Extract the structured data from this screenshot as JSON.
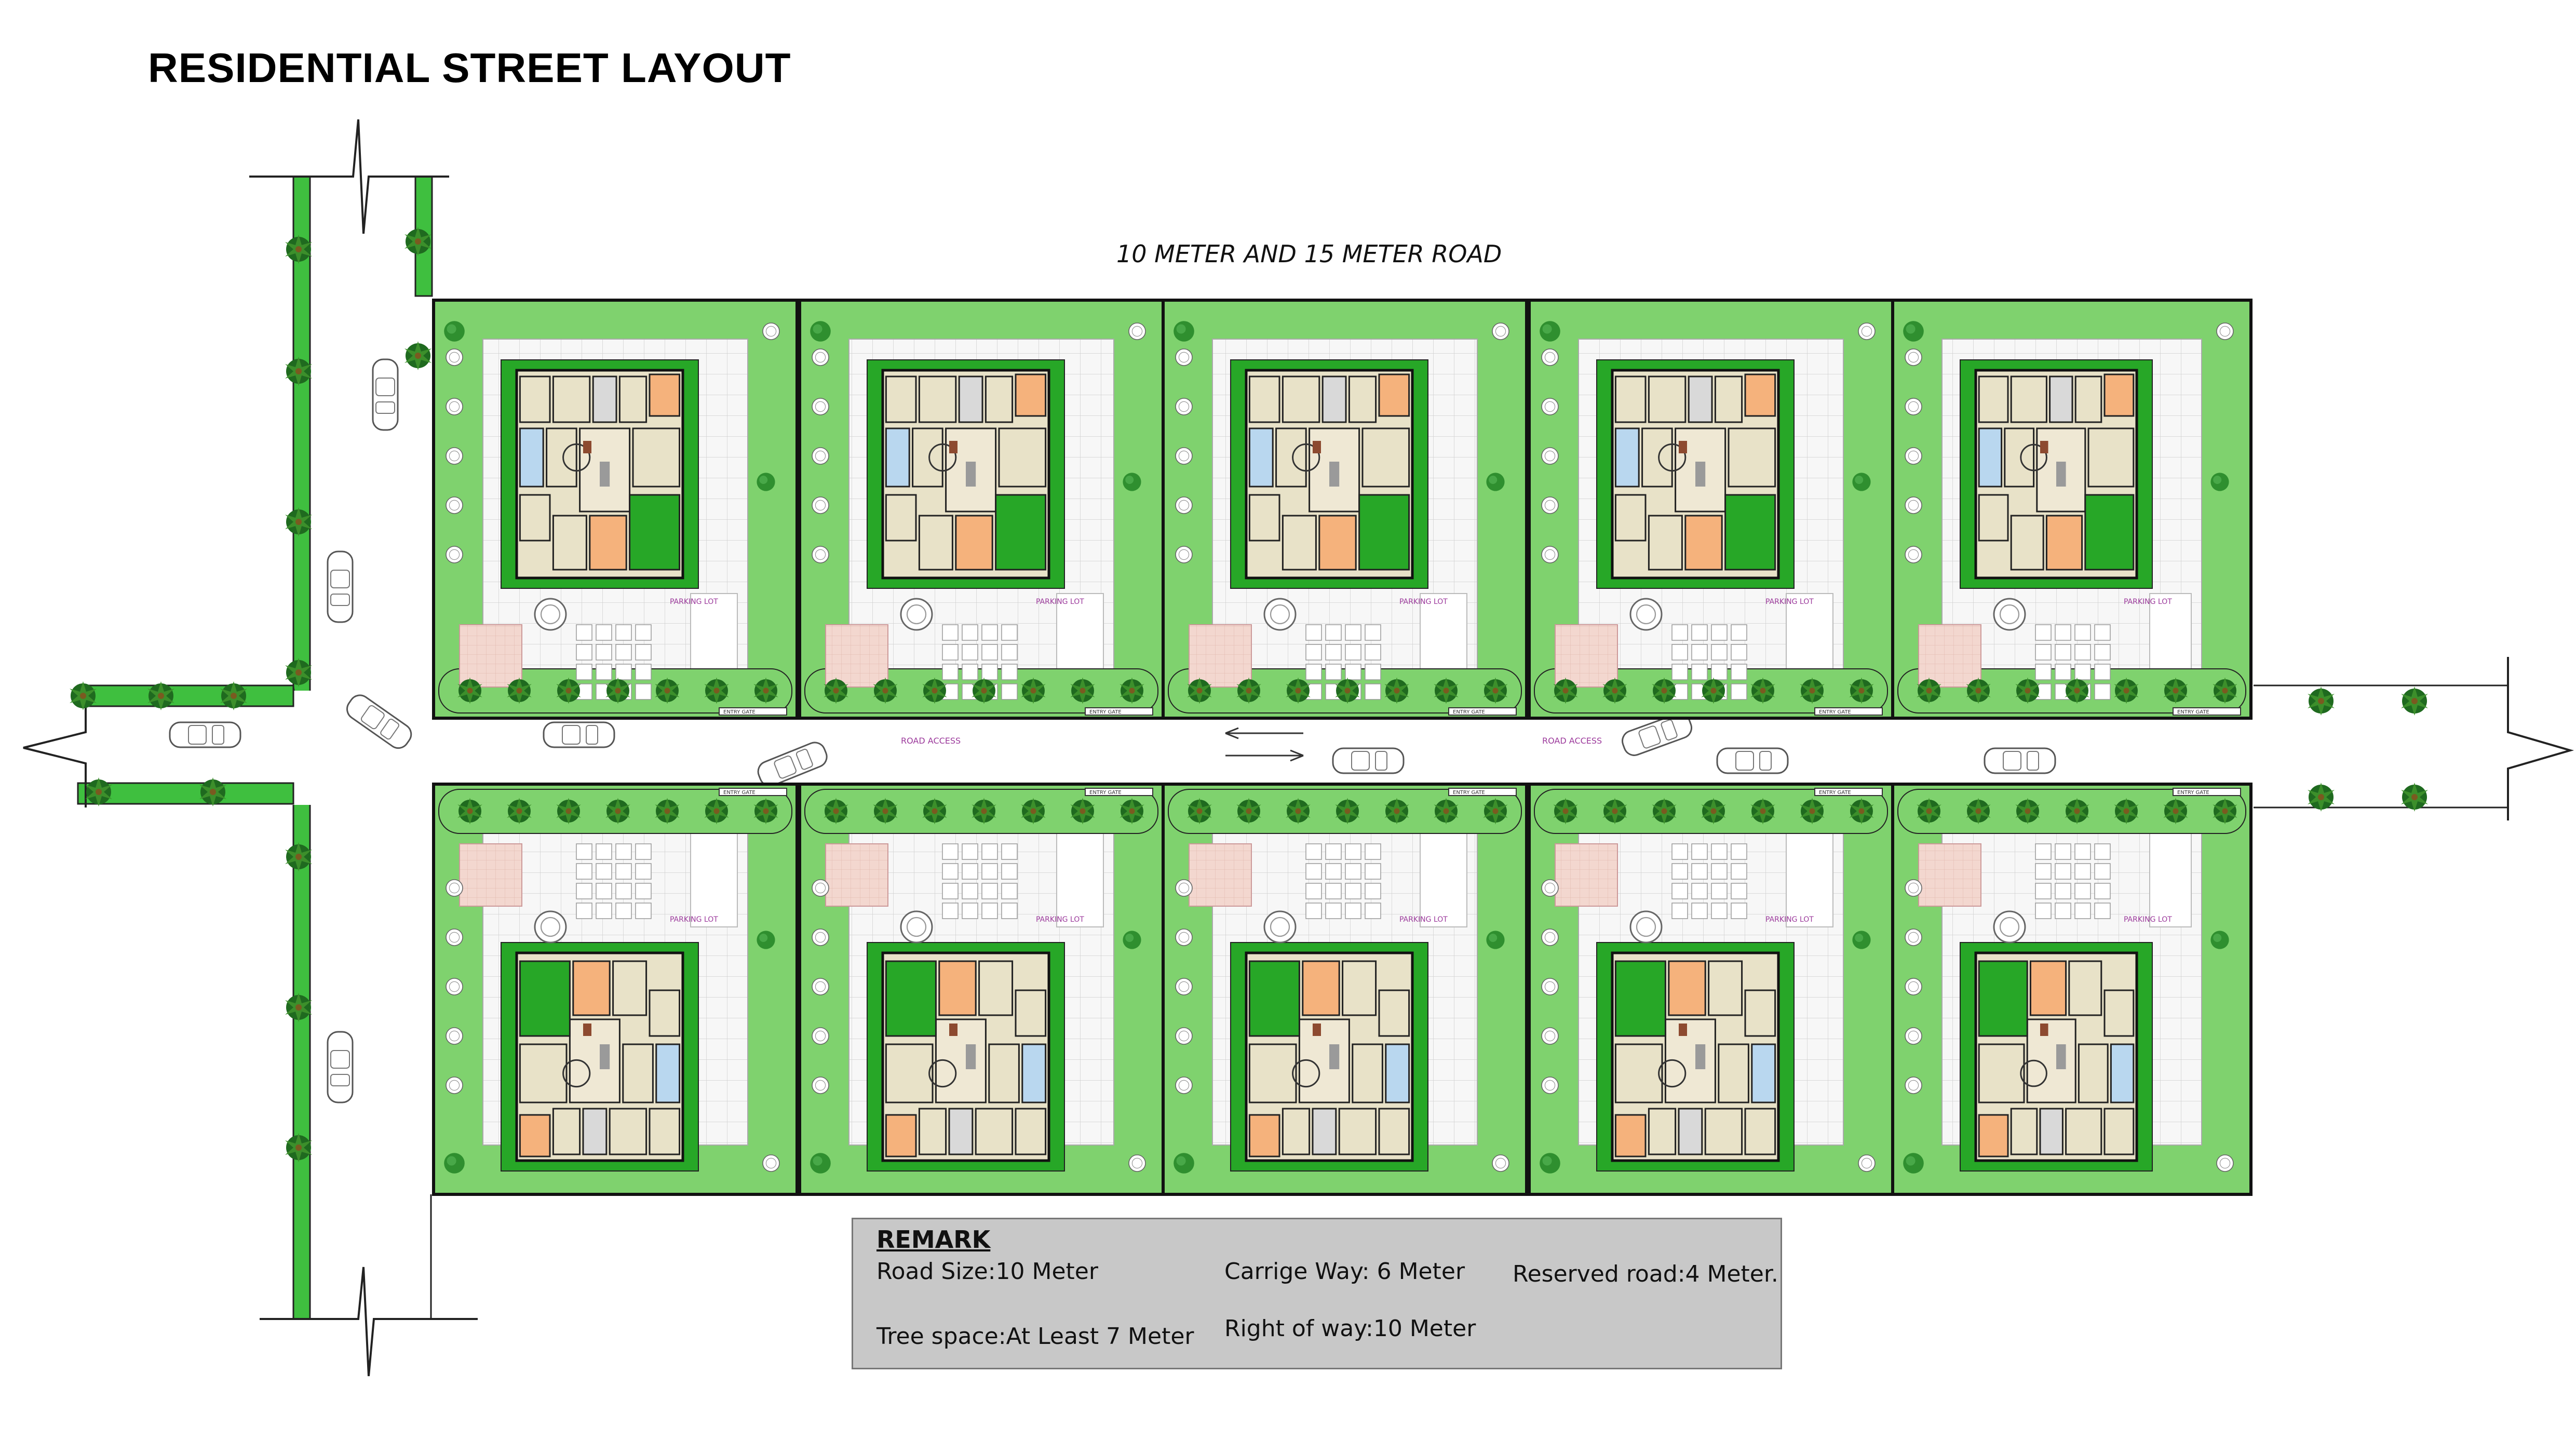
{
  "title": "RESIDENTIAL STREET LAYOUT",
  "road_heading": "10 METER AND 15 METER ROAD",
  "road_access_label": "ROAD ACCESS",
  "lot_labels": {
    "parking": "PARKING LOT",
    "entry": "ENTRY GATE"
  },
  "remark": {
    "heading": "REMARK",
    "road_size": "Road Size:10 Meter",
    "carriage_way": "Carrige Way: 6 Meter",
    "reserved_road": "Reserved road:4 Meter.",
    "tree_space": "Tree space:At Least 7 Meter",
    "right_of_way": "Right of way:10 Meter"
  },
  "colors": {
    "grass": "#7fd26e",
    "lawn": "#27a727",
    "paving": "#f4f4f4",
    "room": "#e8e2c8",
    "bath": "#b9d7ef",
    "accent": "#f5b27c",
    "label": "#9c3a9c",
    "boundary": "#000000"
  }
}
